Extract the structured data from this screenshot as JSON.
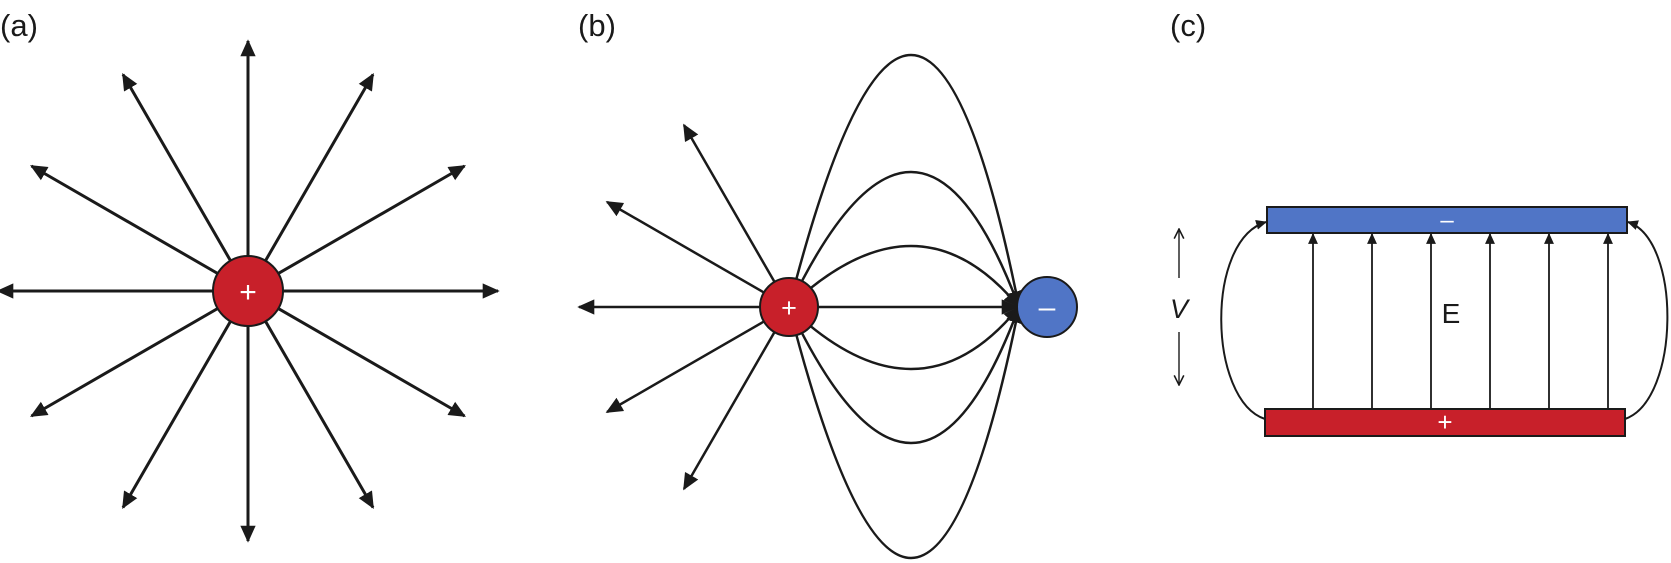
{
  "panels": {
    "a": {
      "label": "(a)",
      "charge_sign": "+"
    },
    "b": {
      "label": "(b)",
      "positive_sign": "+",
      "negative_sign": "–"
    },
    "c": {
      "label": "(c)",
      "top_plate_sign": "–",
      "bottom_plate_sign": "+",
      "field_label": "E",
      "voltage_label": "V"
    }
  },
  "colors": {
    "positive": "#c8202a",
    "negative": "#5075c6",
    "line": "#1a1a1a"
  }
}
